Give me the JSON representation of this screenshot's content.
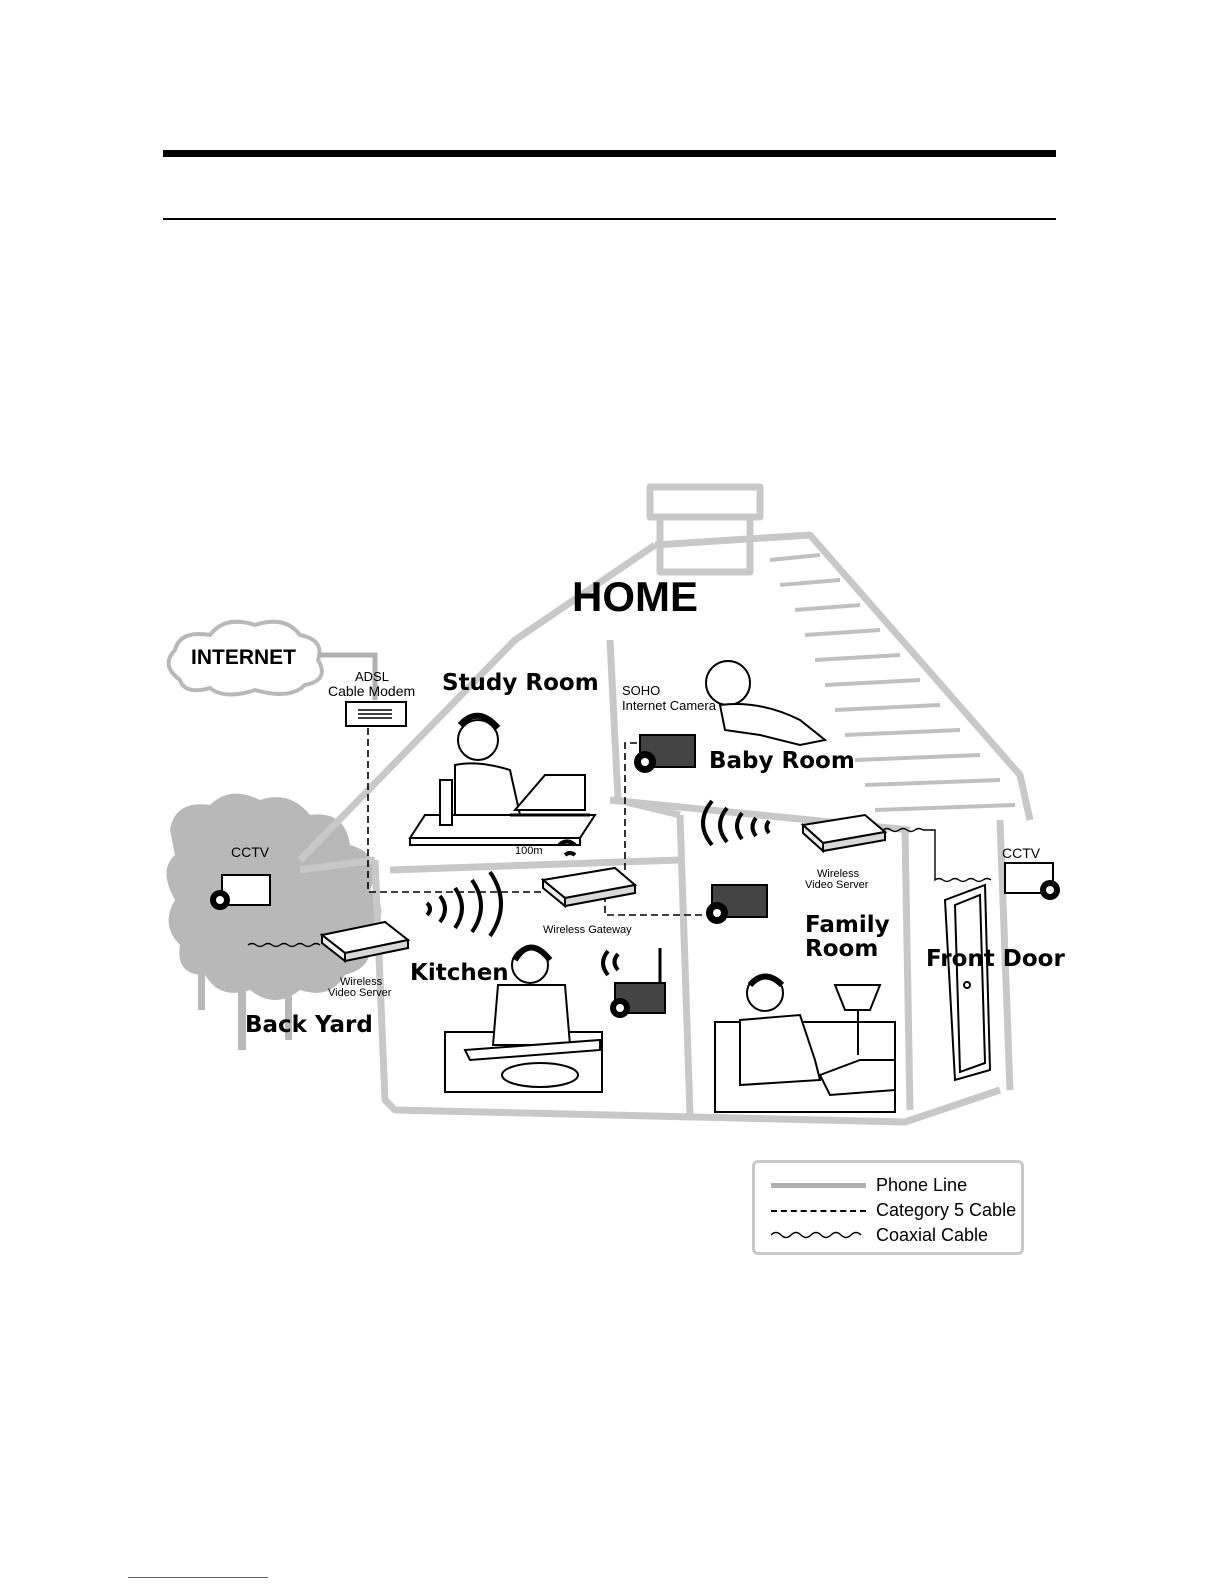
{
  "title": "HOME",
  "internet_label": "INTERNET",
  "rooms": {
    "study": "Study Room",
    "baby": "Baby Room",
    "family_line1": "Family",
    "family_line2": "Room",
    "kitchen": "Kitchen",
    "back_yard": "Back Yard",
    "front_door": "Front Door"
  },
  "devices": {
    "modem_line1": "ADSL",
    "modem_line2": "Cable Modem",
    "soho_line1": "SOHO",
    "soho_line2": "Internet Camera",
    "cctv_left": "CCTV",
    "cctv_right": "CCTV",
    "gateway": "Wireless Gateway",
    "distance": "100m",
    "vs_left_line1": "Wireless",
    "vs_left_line2": "Video Server",
    "vs_right_line1": "Wireless",
    "vs_right_line2": "Video Server"
  },
  "legend": [
    {
      "label": "Phone Line",
      "style": "solid"
    },
    {
      "label": "Category 5 Cable",
      "style": "dashed"
    },
    {
      "label": "Coaxial Cable",
      "style": "wavy"
    }
  ],
  "colors": {
    "house_outline": "#c8c8c8",
    "tree_fill": "#b0b0b0",
    "rule": "#000000"
  }
}
